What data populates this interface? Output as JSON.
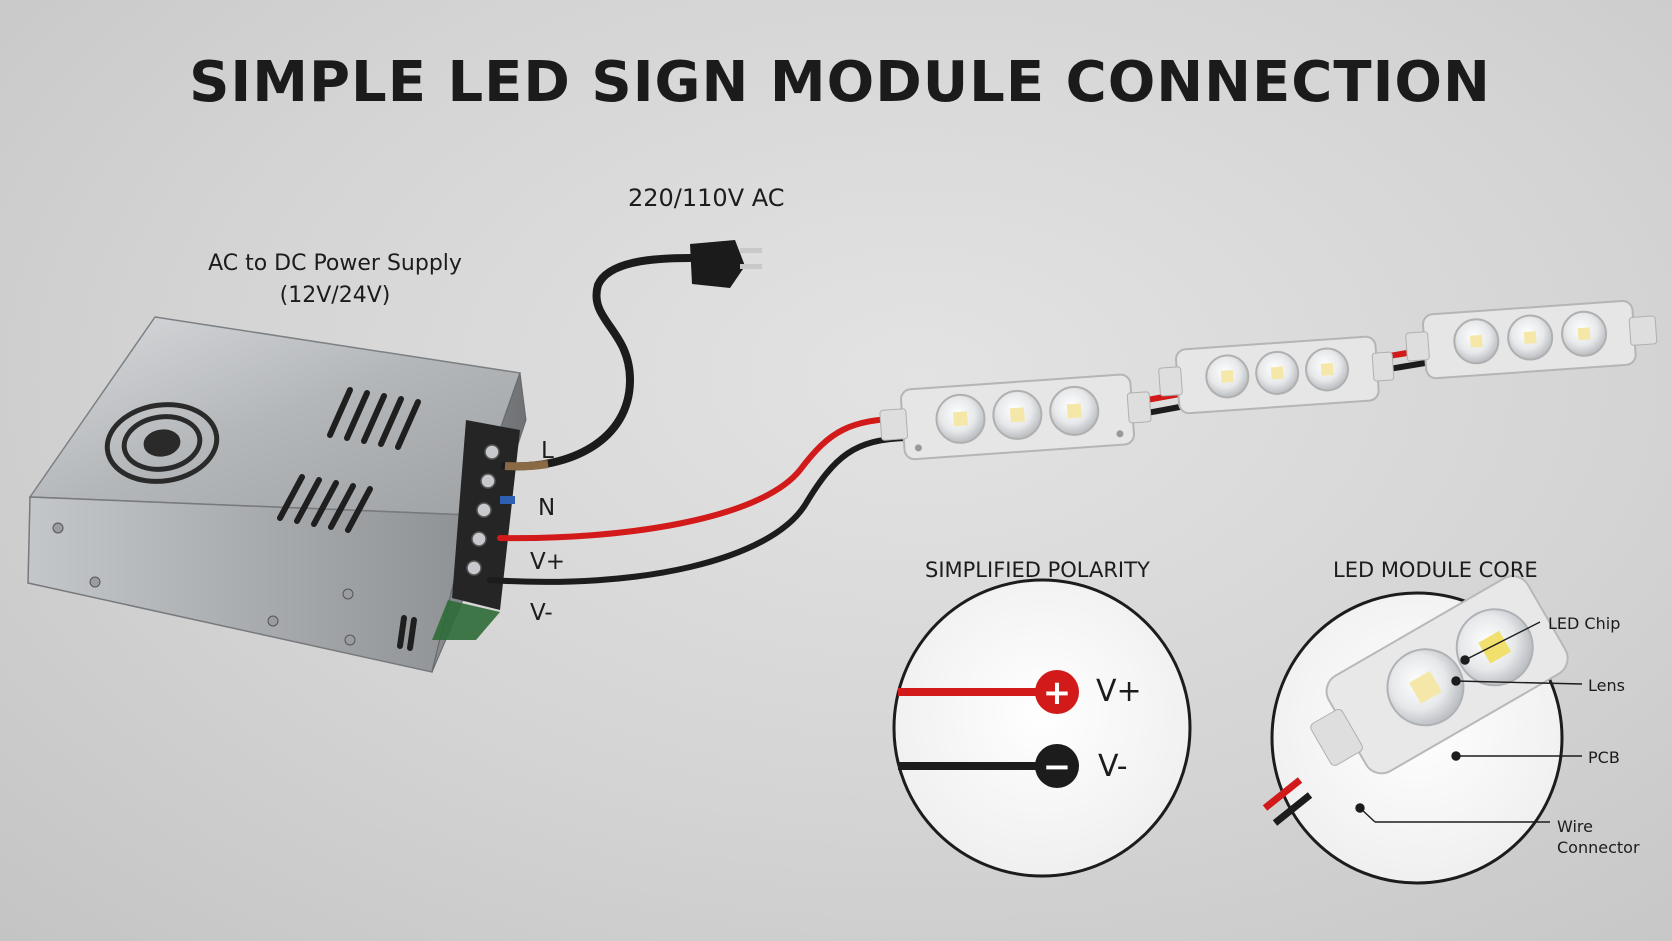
{
  "title": "SIMPLE LED SIGN MODULE CONNECTION",
  "ac_input_label": "220/110V AC",
  "power_supply": {
    "label_line1": "AC to DC Power Supply",
    "label_line2": "(12V/24V)"
  },
  "terminals": {
    "l": "L",
    "n": "N",
    "v_plus": "V+",
    "v_minus": "V-"
  },
  "polarity_panel": {
    "title": "SIMPLIFIED POLARITY",
    "positive_label": "V+",
    "negative_label": "V-",
    "positive_symbol": "+",
    "negative_symbol": "−"
  },
  "module_core_panel": {
    "title": "LED MODULE CORE",
    "callouts": {
      "chip": "LED Chip",
      "lens": "Lens",
      "pcb": "PCB",
      "wire_line1": "Wire",
      "wire_line2": "Connector"
    }
  },
  "colors": {
    "positive_wire": "#d31a1a",
    "negative_wire": "#1c1c1c",
    "module_body": "#ececec",
    "psu_metal": "#b9bcbf"
  }
}
